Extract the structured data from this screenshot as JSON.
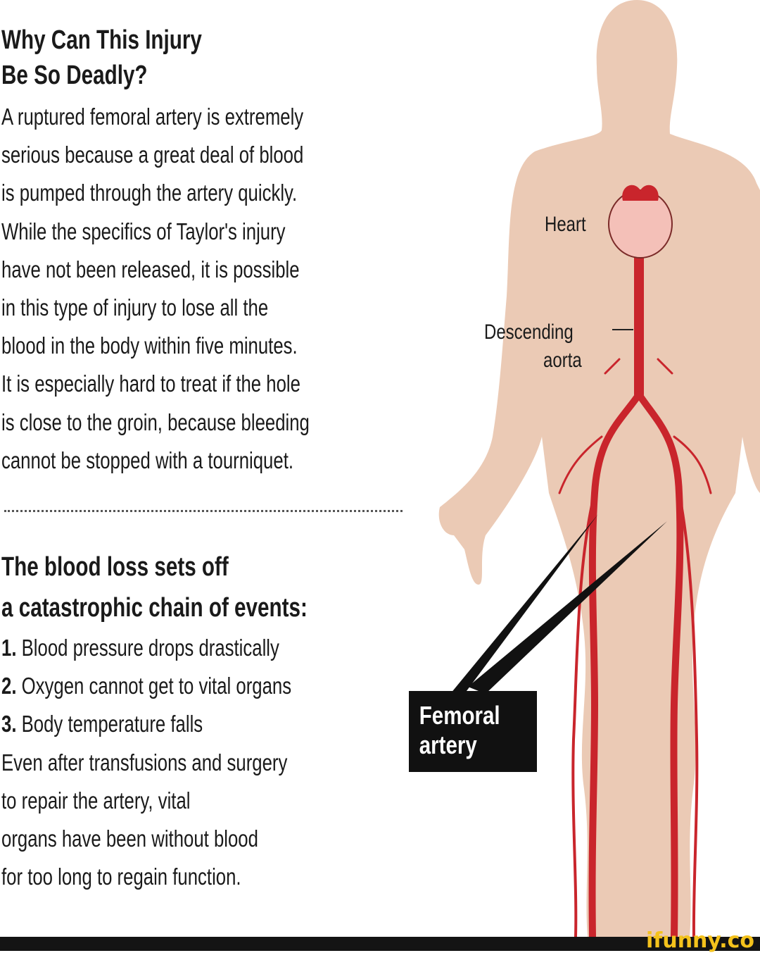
{
  "heading": {
    "line1": "Why Can This Injury",
    "line2": "Be So Deadly?"
  },
  "intro_lines": [
    "A ruptured femoral artery is extremely",
    "serious because a great deal of blood",
    "is pumped through the artery quickly.",
    "While the specifics of Taylor's injury",
    "have not been released, it is possible",
    "in this type of injury to lose all the",
    "blood in the body within five minutes.",
    "It is especially hard to treat if the hole",
    "is close to the groin, because bleeding",
    "cannot be stopped with a tourniquet."
  ],
  "subheading": {
    "line1": "The blood loss sets off",
    "line2": "a catastrophic chain of events:"
  },
  "events": [
    {
      "num": "1.",
      "text": "Blood pressure drops drastically"
    },
    {
      "num": "2.",
      "text": "Oxygen cannot get to vital organs"
    },
    {
      "num": "3.",
      "text": "Body temperature falls"
    }
  ],
  "closing_lines": [
    "Even after transfusions and surgery",
    "to repair the artery, vital",
    "organs have been without blood",
    "for too long to regain function."
  ],
  "labels": {
    "heart": "Heart",
    "aorta_line1": "Descending",
    "aorta_line2": "aorta",
    "femoral_line1": "Femoral",
    "femoral_line2": "artery"
  },
  "watermark": "ifunny.co",
  "colors": {
    "skin": "#ebcab5",
    "artery": "#c9252c",
    "box": "#111111",
    "logo": "#f4c21c"
  }
}
